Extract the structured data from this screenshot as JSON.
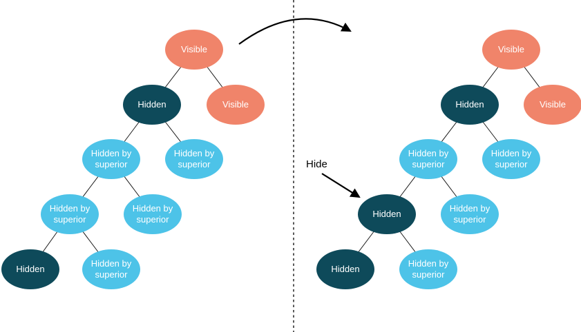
{
  "diagram": {
    "annotations": {
      "hide_label": "Hide"
    },
    "colors": {
      "visible": "#F0846A",
      "hidden": "#0E4A5A",
      "hidden_by_superior": "#4DC3E8",
      "edge_line": "#1A1A1A",
      "divider": "#000000",
      "text_on_node": "#FFFFFF"
    },
    "left_tree": {
      "nodes": [
        {
          "label": "Visible",
          "state": "visible"
        },
        {
          "label": "Hidden",
          "state": "hidden"
        },
        {
          "label": "Visible",
          "state": "visible"
        },
        {
          "label": "Hidden by superior",
          "state": "hidden-by-superior"
        },
        {
          "label": "Hidden by superior",
          "state": "hidden-by-superior"
        },
        {
          "label": "Hidden by superior",
          "state": "hidden-by-superior"
        },
        {
          "label": "Hidden by superior",
          "state": "hidden-by-superior"
        },
        {
          "label": "Hidden",
          "state": "hidden"
        },
        {
          "label": "Hidden by superior",
          "state": "hidden-by-superior"
        }
      ]
    },
    "right_tree": {
      "nodes": [
        {
          "label": "Visible",
          "state": "visible"
        },
        {
          "label": "Hidden",
          "state": "hidden"
        },
        {
          "label": "Visible",
          "state": "visible"
        },
        {
          "label": "Hidden by superior",
          "state": "hidden-by-superior"
        },
        {
          "label": "Hidden by superior",
          "state": "hidden-by-superior"
        },
        {
          "label": "Hidden",
          "state": "hidden"
        },
        {
          "label": "Hidden by superior",
          "state": "hidden-by-superior"
        },
        {
          "label": "Hidden",
          "state": "hidden"
        },
        {
          "label": "Hidden by superior",
          "state": "hidden-by-superior"
        }
      ]
    }
  }
}
